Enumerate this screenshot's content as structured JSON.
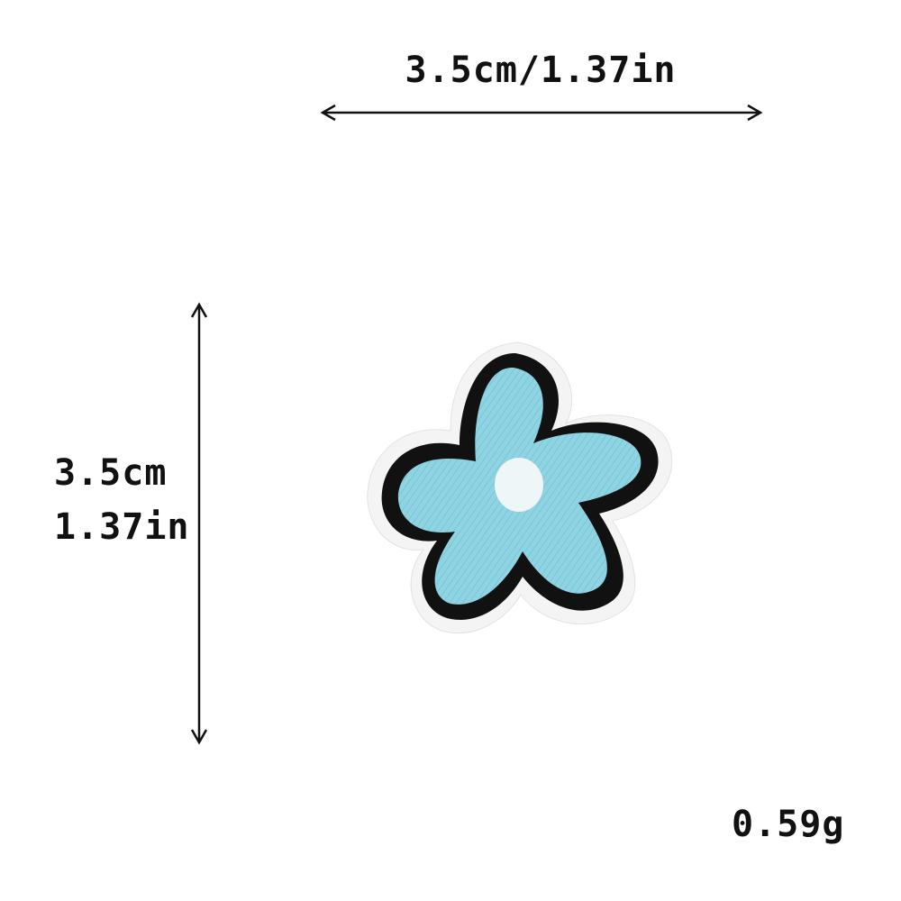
{
  "dimensions": {
    "width_label": "3.5cm/1.37in",
    "height_label_cm": "3.5cm",
    "height_label_in": "1.37in"
  },
  "weight": {
    "label": "0.59g"
  },
  "patch": {
    "icon": "flower-patch-icon",
    "colors": {
      "petals": "#8fd4e3",
      "outline": "#111111",
      "backing": "#f4f4f4",
      "center": "#eef6f8"
    }
  }
}
